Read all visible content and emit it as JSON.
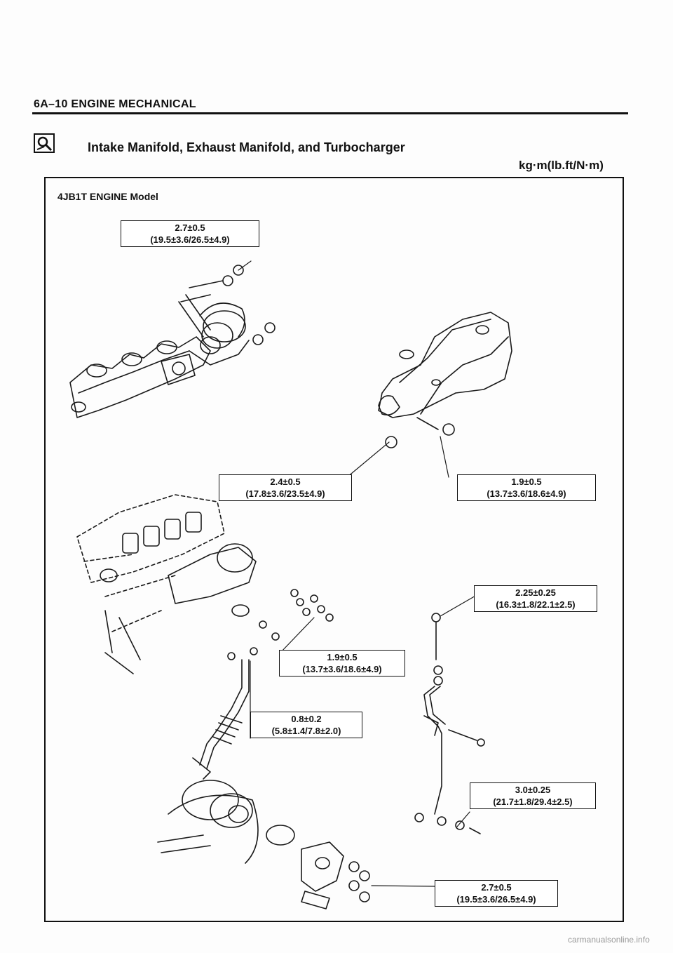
{
  "header": {
    "section": "6A–10 ENGINE MECHANICAL",
    "title": "Intake Manifold, Exhaust Manifold, and Turbocharger",
    "units": "kg·m(lb.ft/N·m)"
  },
  "figure": {
    "model": "4JB1T ENGINE Model",
    "callouts": [
      {
        "torque": "2.7±0.5",
        "detail": "(19.5±3.6/26.5±4.9)"
      },
      {
        "torque": "2.4±0.5",
        "detail": "(17.8±3.6/23.5±4.9)"
      },
      {
        "torque": "1.9±0.5",
        "detail": "(13.7±3.6/18.6±4.9)"
      },
      {
        "torque": "2.25±0.25",
        "detail": "(16.3±1.8/22.1±2.5)"
      },
      {
        "torque": "1.9±0.5",
        "detail": "(13.7±3.6/18.6±4.9)"
      },
      {
        "torque": "0.8±0.2",
        "detail": "(5.8±1.4/7.8±2.0)"
      },
      {
        "torque": "3.0±0.25",
        "detail": "(21.7±1.8/29.4±2.5)"
      },
      {
        "torque": "2.7±0.5",
        "detail": "(19.5±3.6/26.5±4.9)"
      }
    ]
  },
  "footer": {
    "watermark": "carmanualsonline.info"
  }
}
